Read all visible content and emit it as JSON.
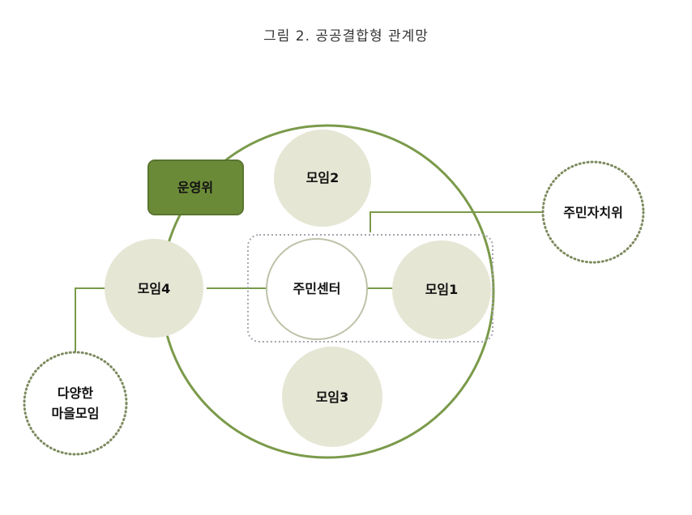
{
  "caption": "그림 2. 공공결합형 관계망",
  "colors": {
    "main_ring": "#7a9a4a",
    "committee_fill": "#6b8a38",
    "committee_border": "#5a7530",
    "group_fill": "#e6e6d5",
    "center_border": "#bcc3a8",
    "dotted_border": "#7d8a5e",
    "dashed_box": "#a5a5b0",
    "connector": "#7a9a4a"
  },
  "nodes": {
    "committee": "운영위",
    "group1": "모임1",
    "group2": "모임2",
    "group3": "모임3",
    "group4": "모임4",
    "center": "주민센터",
    "resident_committee": "주민자치위",
    "various_line1": "다양한",
    "various_line2": "마을모임"
  }
}
